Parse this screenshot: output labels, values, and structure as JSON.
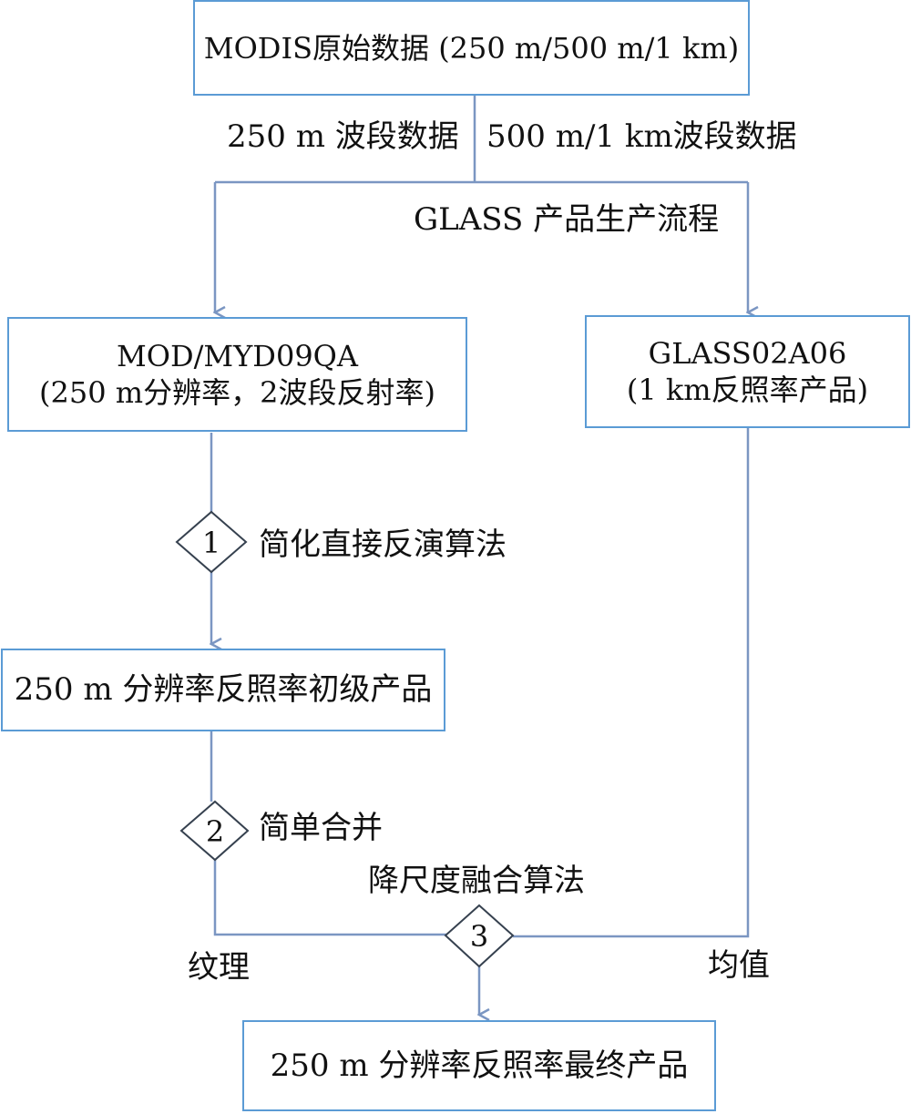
{
  "boxes": {
    "source": {
      "line1": "MODIS原始数据 (250 m/500 m/1 km)"
    },
    "mod09qa": {
      "line1": "MOD/MYD09QA",
      "line2": "(250 m分辨率，2波段反射率)"
    },
    "glass": {
      "line1": "GLASS02A06",
      "line2": "(1 km反照率产品)"
    },
    "primary": {
      "line1": "250 m 分辨率反照率初级产品"
    },
    "final": {
      "line1": "250 m 分辨率反照率最终产品"
    }
  },
  "labels": {
    "band250": "250 m 波段数据",
    "band500": "500 m/1 km波段数据",
    "glass_flow": "GLASS 产品生产流程",
    "algo1": "简化直接反演算法",
    "algo2": "简单合并",
    "algo3": "降尺度融合算法",
    "texture": "纹理",
    "mean": "均值"
  },
  "steps": [
    "1",
    "2",
    "3"
  ],
  "colors": {
    "line": "#7b96c2",
    "box_border": "#5b9bd5",
    "text": "#111111"
  }
}
